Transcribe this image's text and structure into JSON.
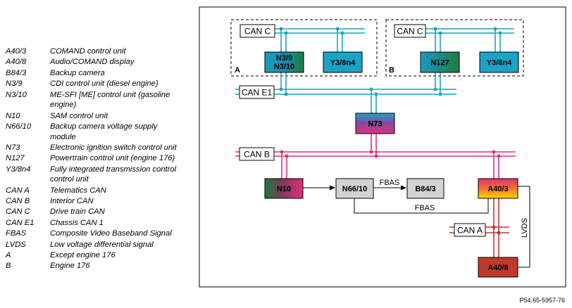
{
  "legend": [
    {
      "code": "A40/3",
      "desc": "COMAND control unit"
    },
    {
      "code": "A40/8",
      "desc": "Audio/COMAND display"
    },
    {
      "code": "B84/3",
      "desc": "Backup camera"
    },
    {
      "code": "N3/9",
      "desc": "CDI control unit (diesel engine)"
    },
    {
      "code": "N3/10",
      "desc": "ME-SFI [ME] control unit (gasoline engine)"
    },
    {
      "code": "N10",
      "desc": "SAM control unit"
    },
    {
      "code": "N66/10",
      "desc": "Backup camera voltage supply module"
    },
    {
      "code": "N73",
      "desc": "Electronic ignition switch control unit"
    },
    {
      "code": "N127",
      "desc": "Powertrain control unit (engine 176)"
    },
    {
      "code": "Y3/8n4",
      "desc": "Fully integrated transmission control control unit"
    },
    {
      "code": "CAN A",
      "desc": "Telematics CAN"
    },
    {
      "code": "CAN B",
      "desc": "Interior CAN"
    },
    {
      "code": "CAN C",
      "desc": "Drive train CAN"
    },
    {
      "code": "CAN E1",
      "desc": "Chassis CAN 1"
    },
    {
      "code": "FBAS",
      "desc": "Composite Video Baseband Signal"
    },
    {
      "code": "LVDS",
      "desc": "Low voltage differential signal"
    },
    {
      "code": "A",
      "desc": "Except engine 176"
    },
    {
      "code": "B",
      "desc": "Engine 176"
    }
  ],
  "diagram": {
    "can_c_left": "CAN C",
    "can_c_right": "CAN C",
    "can_e1": "CAN E1",
    "can_b": "CAN B",
    "can_a": "CAN A",
    "group_a": "A",
    "group_b": "B",
    "n3_line1": "N3/9",
    "n3_line2": "N3/10",
    "y3_left": "Y3/8n4",
    "n127": "N127",
    "y3_right": "Y3/8n4",
    "n73": "N73",
    "n10": "N10",
    "n66": "N66/10",
    "b84": "B84/3",
    "a40_3": "A40/3",
    "a40_8": "A40/8",
    "fbas_top": "FBAS",
    "fbas_bottom": "FBAS",
    "lvds": "LVDS"
  },
  "reference": "P54.65-5957-76",
  "colors": {
    "can_c_e1": "#1aa3c4",
    "can_b": "#e0307c",
    "can_a": "#c0392b"
  }
}
